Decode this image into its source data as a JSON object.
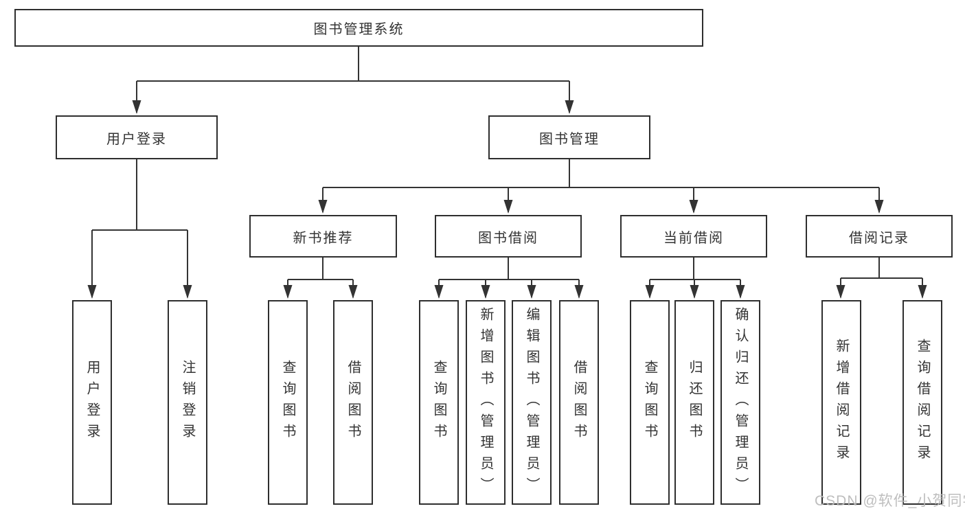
{
  "diagram": {
    "root": {
      "label": "图书管理系统"
    },
    "level2": [
      {
        "label": "用户登录"
      },
      {
        "label": "图书管理"
      }
    ],
    "level3": [
      {
        "label": "新书推荐"
      },
      {
        "label": "图书借阅"
      },
      {
        "label": "当前借阅"
      },
      {
        "label": "借阅记录"
      }
    ],
    "leaves": {
      "login": [
        "用户登录",
        "注销登录"
      ],
      "newbook": [
        "查询图书",
        "借阅图书"
      ],
      "borrow": [
        "查询图书",
        "新增图书（管理员）",
        "编辑图书（管理员）",
        "借阅图书"
      ],
      "current": [
        "查询图书",
        "归还图书",
        "确认归还（管理员）"
      ],
      "records": [
        "新增借阅记录",
        "查询借阅记录"
      ]
    }
  },
  "watermark": "CSDN @软件_小贺同学",
  "colors": {
    "line": "#333333",
    "border": "#2e2e2e",
    "text": "#333333",
    "watermark": "#b9b9b9"
  }
}
